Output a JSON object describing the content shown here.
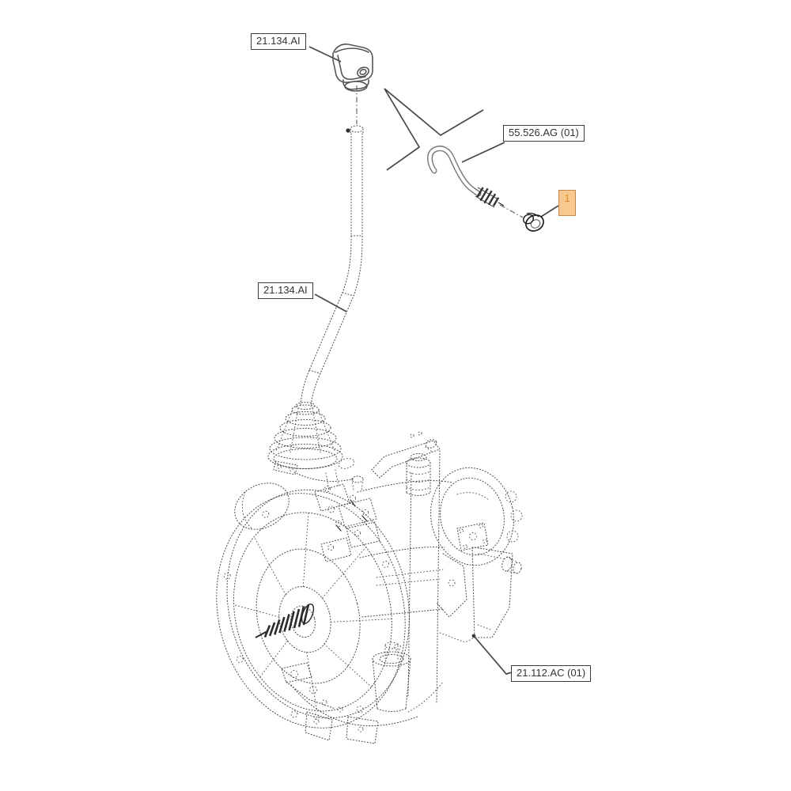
{
  "diagram": {
    "title": "transmission-control-parts-diagram",
    "callouts": {
      "knob_ref": "21.134.AI",
      "cable_ref": "55.526.AG (01)",
      "lever_ref": "21.134.AI",
      "transmission_ref": "21.112.AC (01)",
      "item_badge": "1"
    },
    "colors": {
      "line": "#4a4a4a",
      "badge_fill": "#f7c98e",
      "badge_border": "#c4894a",
      "badge_text": "#e8872c"
    }
  }
}
